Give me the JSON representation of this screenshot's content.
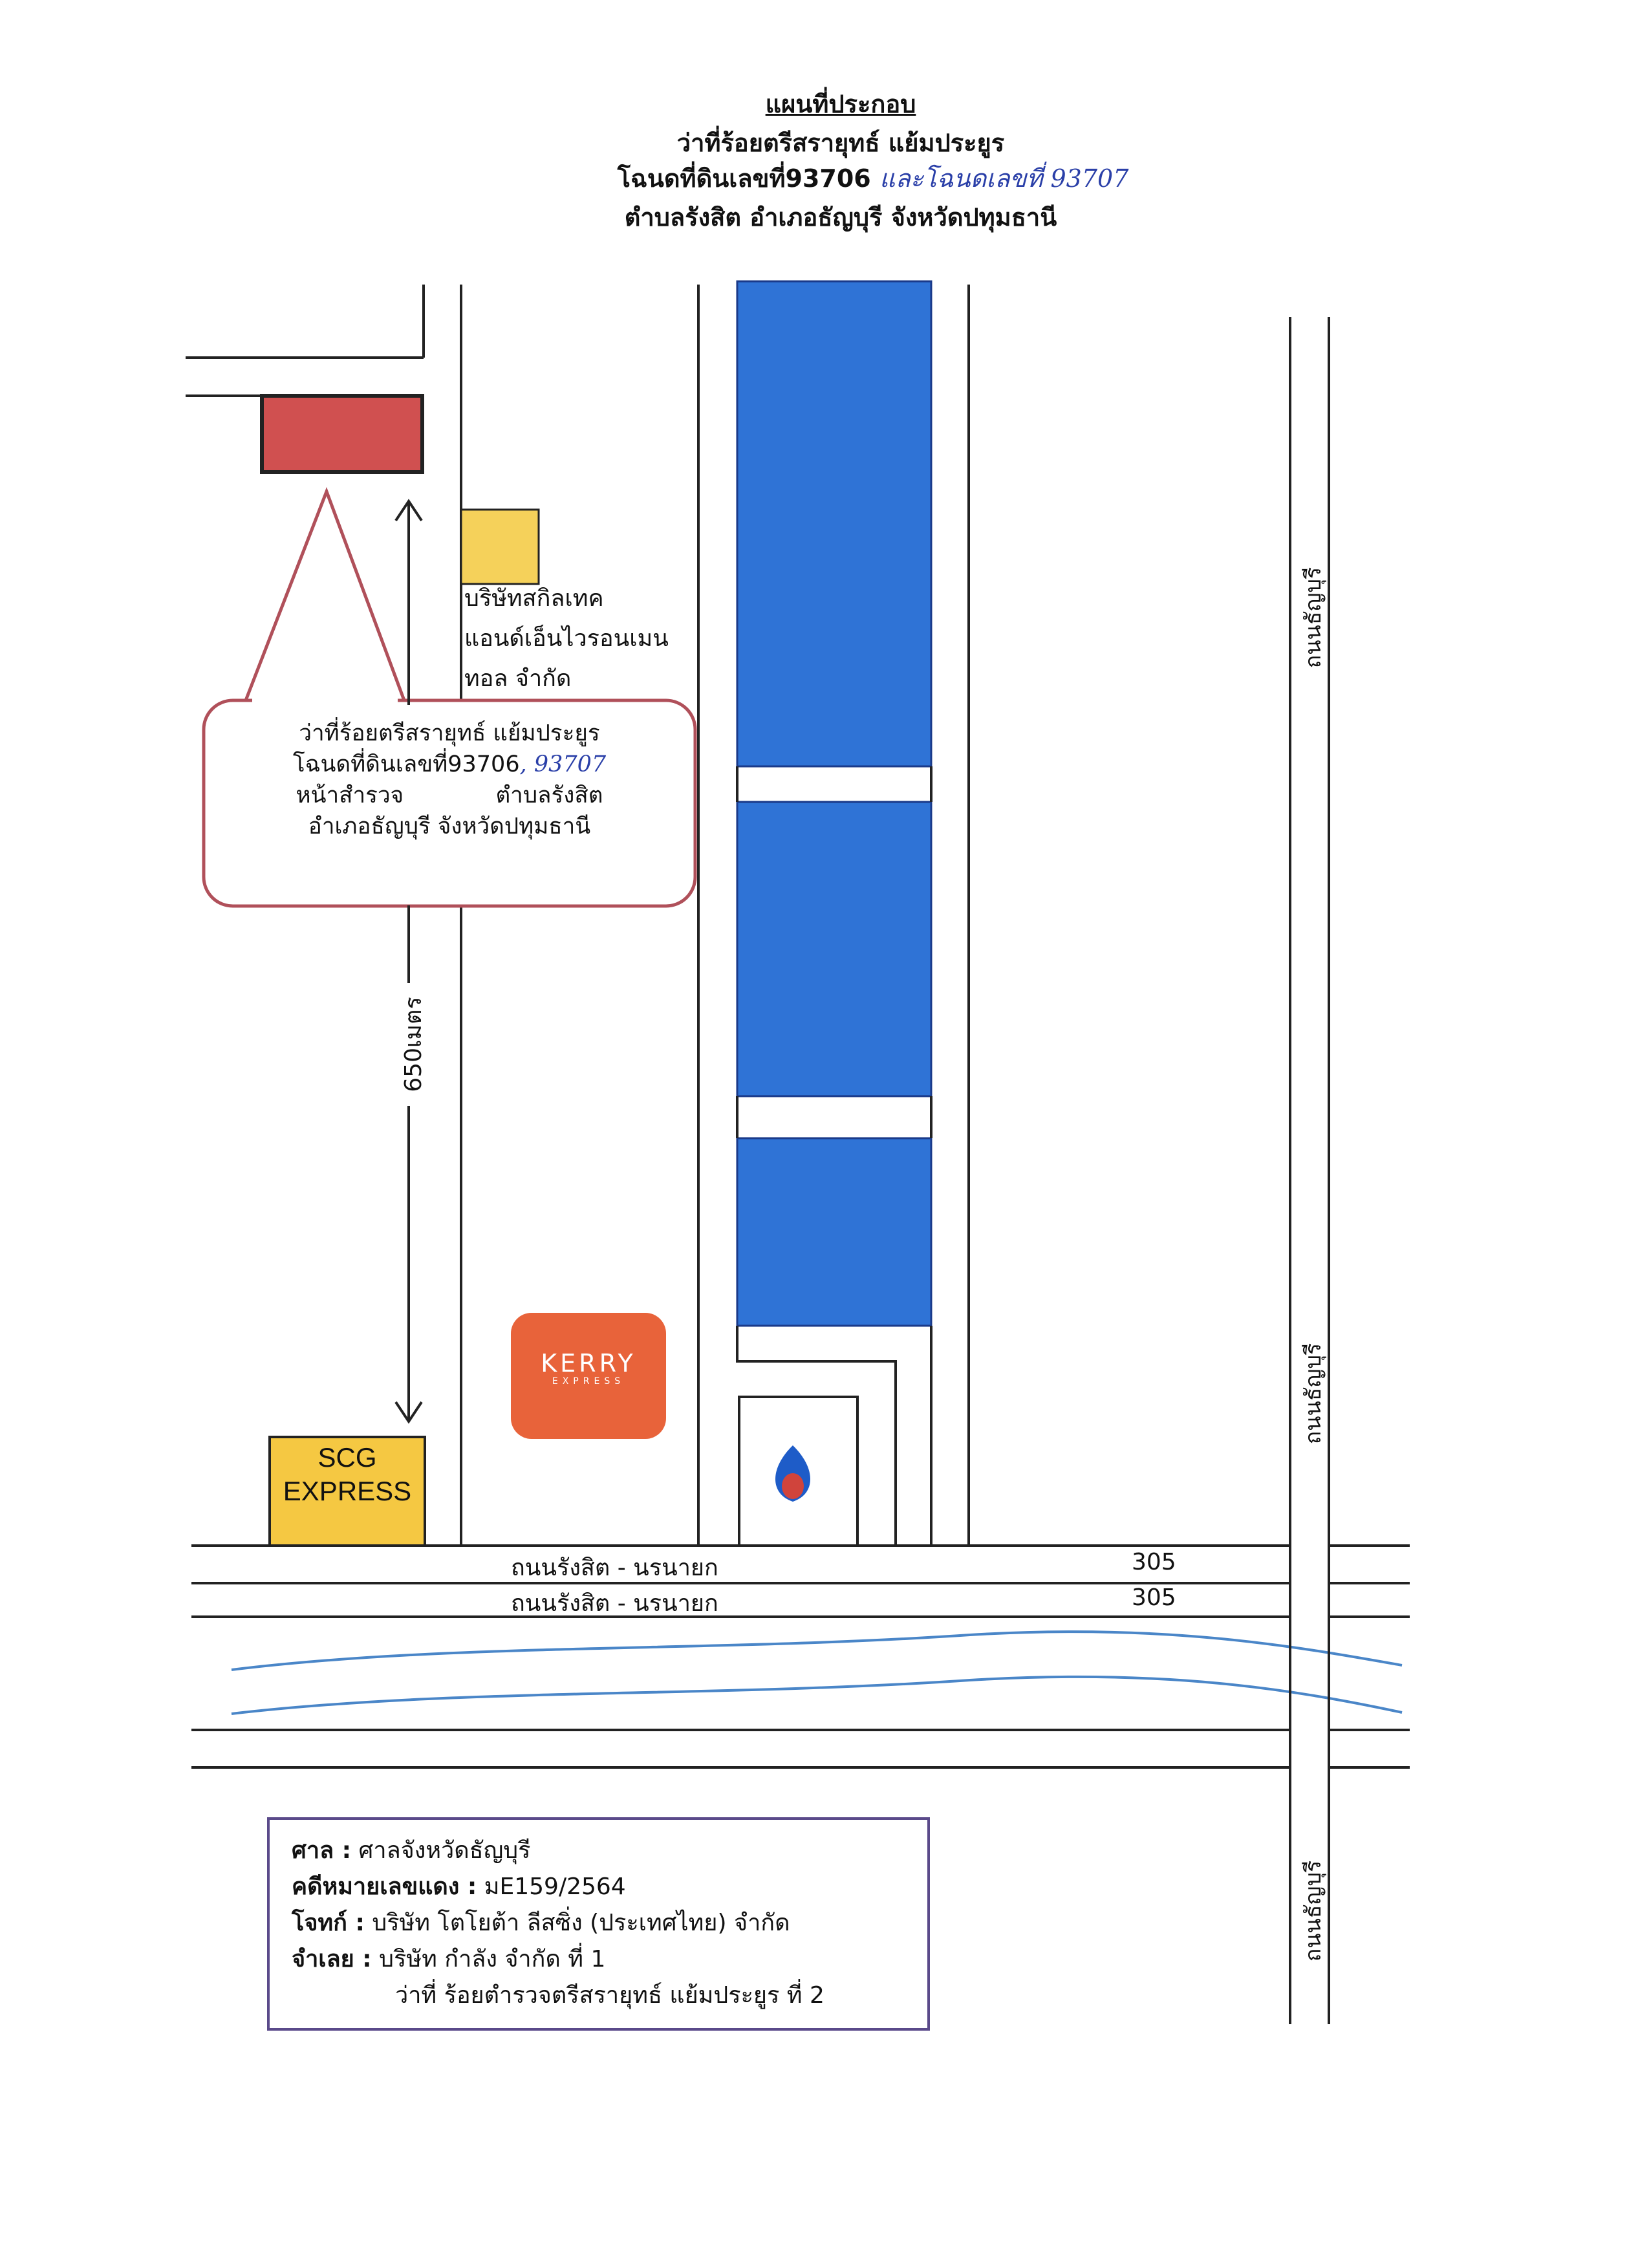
{
  "header": {
    "line1": "แผนที่ประกอบ",
    "line2": "ว่าที่ร้อยตรีสรายุทธ์ แย้มประยูร",
    "line3_printed": "โฉนดที่ดินเลขที่93706",
    "line3_handwritten": "และโฉนดเลขที่ 93707",
    "line4": "ตำบลรังสิต อำเภอธัญบุรี จังหวัดปทุมธานี"
  },
  "company": {
    "line1": "บริษัทสกิลเทค",
    "line2": "แอนด์เอ็นไวรอนเมน",
    "line3": "ทอล จำกัด"
  },
  "callout": {
    "line1": "ว่าที่ร้อยตรีสรายุทธ์ แย้มประยูร",
    "line2_printed": "โฉนดที่ดินเลขที่93706",
    "line2_handwritten": ", 93707",
    "line3a": "หน้าสำรวจ",
    "line3b": "ตำบลรังสิต",
    "line4": "อำเภอธัญบุรี จังหวัดปทุมธานี"
  },
  "distance_label": "650เมตร",
  "kerry": {
    "line1": "KERRY",
    "line2": "EXPRESS"
  },
  "scg": {
    "line1": "SCG",
    "line2": "EXPRESS"
  },
  "roads": {
    "horizontal_1": "ถนนรังสิต - นรนายก",
    "horizontal_2": "ถนนรังสิต - นรนายก",
    "route_number_1": "305",
    "route_number_2": "305",
    "vertical_1": "ถนนธัญบุรี",
    "vertical_2": "ถนนธัญบุรี",
    "vertical_3": "ถนนธัญบุรี"
  },
  "case_info": {
    "court_label": "ศาล :",
    "court_value": "ศาลจังหวัดธัญบุรี",
    "case_label": "คดีหมายเลขแดง :",
    "case_value": "มE159/2564",
    "plaintiff_label": "โจทก์ :",
    "plaintiff_value": "บริษัท โตโยต้า ลีสซิ่ง (ประเทศไทย) จำกัด",
    "defendant_label": "จำเลย :",
    "defendant_value": "บริษัท กำลัง จำกัด ที่ 1",
    "defendant2_value": "ว่าที่ ร้อยตำรวจตรีสรายุทธ์ แย้มประยูร ที่ 2"
  },
  "colors": {
    "target_plot": "#d05050",
    "company_plot": "#f5d15a",
    "blue_blocks": "#2f73d6",
    "kerry": "#e8633a",
    "scg": "#f5c842",
    "callout_border": "#b0505a",
    "river": "#4a86c8",
    "info_border": "#5a4a8a",
    "ptt_blue": "#1e5cc8",
    "ptt_red": "#d0443c"
  }
}
